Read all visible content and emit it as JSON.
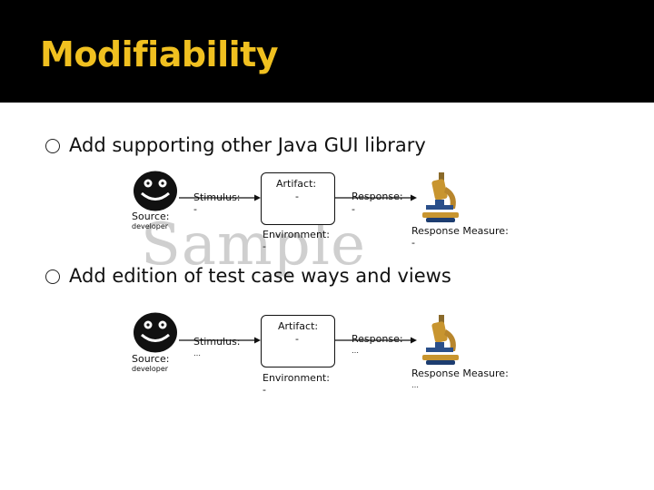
{
  "slide": {
    "title": "Modifiability",
    "watermark": "Sample"
  },
  "scenarios": [
    {
      "bullet": "Add supporting other Java GUI library",
      "source_label": "Source:",
      "source_value": "developer",
      "stimulus_label": "Stimulus:",
      "stimulus_value": "-",
      "artifact_label": "Artifact:",
      "artifact_value": "-",
      "environment_label": "Environment:",
      "environment_value": "-",
      "response_label": "Response:",
      "response_value": "-",
      "measure_label": "Response Measure:",
      "measure_value": "-"
    },
    {
      "bullet": "Add edition of test case ways and views",
      "source_label": "Source:",
      "source_value": "developer",
      "stimulus_label": "Stimulus:",
      "stimulus_value": "…",
      "artifact_label": "Artifact:",
      "artifact_value": "-",
      "environment_label": "Environment:",
      "environment_value": "-",
      "response_label": "Response:",
      "response_value": "…",
      "measure_label": "Response Measure:",
      "measure_value": "…"
    }
  ],
  "icons": {
    "source": "smiley-face-icon",
    "measure": "microscope-icon"
  },
  "colors": {
    "title": "#f0c020",
    "title_bar": "#000000",
    "watermark": "#cfcfcf"
  }
}
